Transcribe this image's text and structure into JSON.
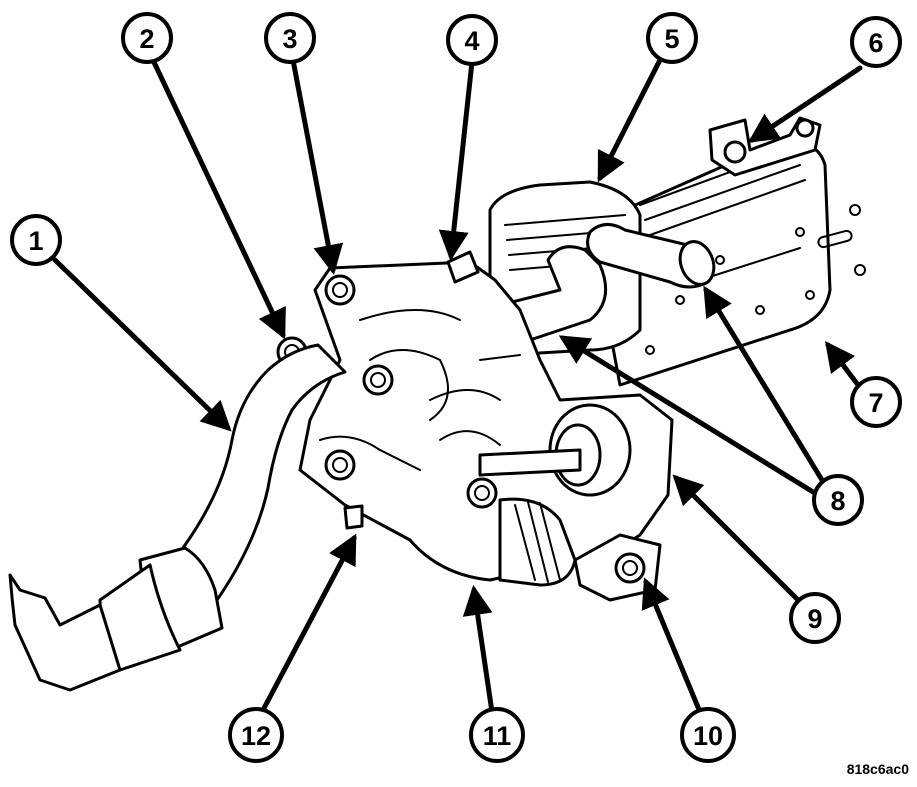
{
  "figure": {
    "code": "818c6ac0",
    "callouts": [
      {
        "label": "1"
      },
      {
        "label": "2"
      },
      {
        "label": "3"
      },
      {
        "label": "4"
      },
      {
        "label": "5"
      },
      {
        "label": "6"
      },
      {
        "label": "7"
      },
      {
        "label": "8"
      },
      {
        "label": "9"
      },
      {
        "label": "10"
      },
      {
        "label": "11"
      },
      {
        "label": "12"
      }
    ]
  }
}
